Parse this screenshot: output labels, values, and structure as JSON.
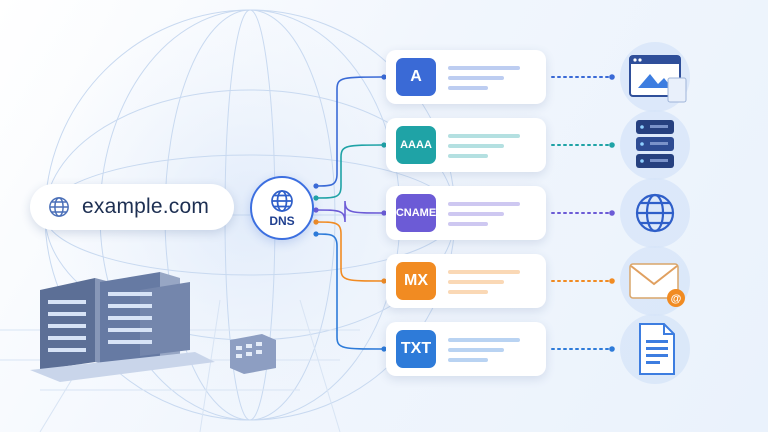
{
  "domain": {
    "text": "example.com",
    "icon": "globe-icon"
  },
  "hub": {
    "label": "DNS",
    "icon": "globe-icon",
    "color": "#3c6fe0"
  },
  "records": [
    {
      "type": "A",
      "color": "#3a6ad6",
      "end_icon": "webpage-icon"
    },
    {
      "type": "AAAA",
      "color": "#1fa3a6",
      "end_icon": "server-rack-icon"
    },
    {
      "type": "CNAME",
      "color": "#6c5bd6",
      "end_icon": "globe-icon"
    },
    {
      "type": "MX",
      "color": "#f18b22",
      "end_icon": "email-icon"
    },
    {
      "type": "TXT",
      "color": "#2e7bd9",
      "end_icon": "document-icon"
    }
  ]
}
